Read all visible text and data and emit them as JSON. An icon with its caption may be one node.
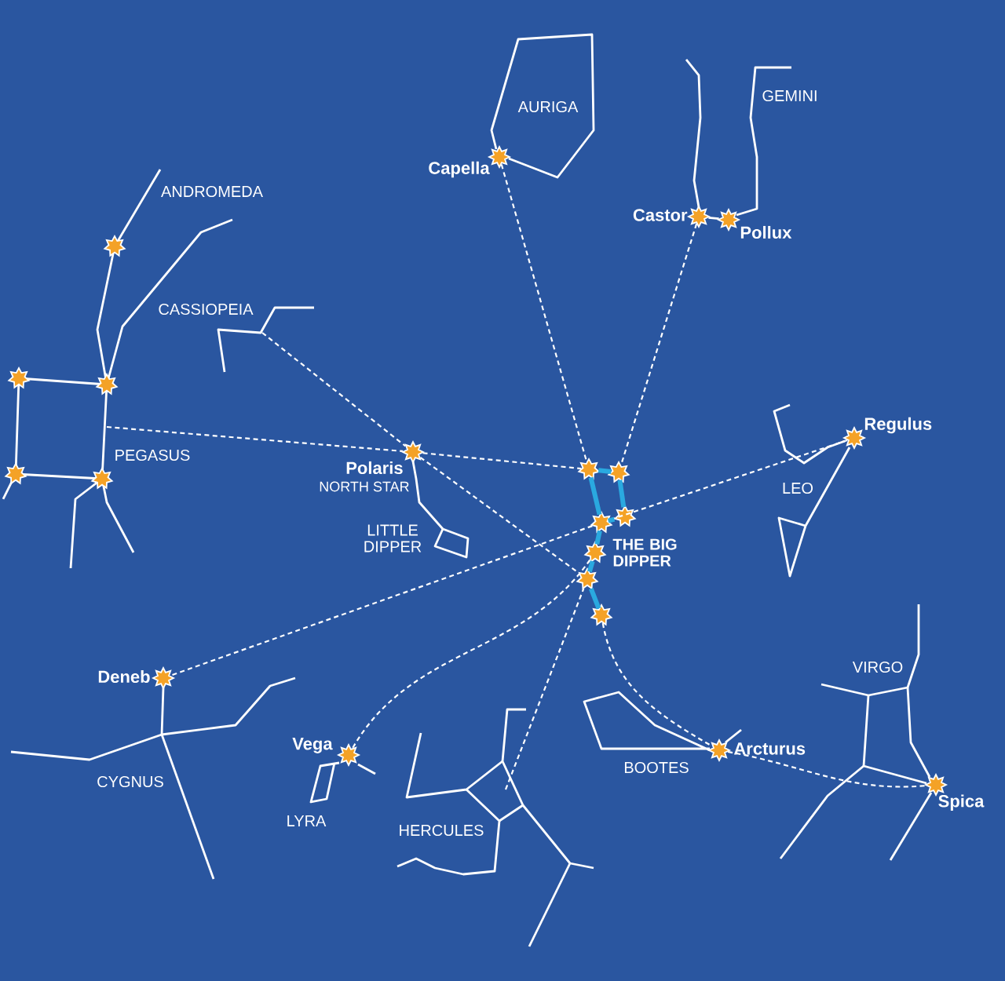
{
  "diagram": {
    "nodes": [
      {
        "text": [
          "Capella"
        ]
      },
      {
        "text": [
          "Castor"
        ]
      },
      {
        "text": [
          "Pollux"
        ]
      },
      {
        "text": [
          "Regulus"
        ]
      },
      {
        "text": [
          "Polaris"
        ],
        "beside": [
          "NORTH STAR"
        ]
      },
      {
        "text": [],
        "shape": "star"
      },
      {
        "text": [],
        "shape": "star"
      },
      {
        "text": [],
        "shape": "star"
      },
      {
        "text": [],
        "shape": "star"
      },
      {
        "text": [],
        "shape": "star"
      },
      {
        "text": [],
        "shape": "star"
      },
      {
        "text": [],
        "shape": "star"
      },
      {
        "text": [
          "Deneb"
        ]
      },
      {
        "text": [
          "Vega"
        ]
      },
      {
        "text": [
          "Arcturus"
        ]
      },
      {
        "text": [
          "Spica"
        ]
      },
      {
        "text": [],
        "shape": "star"
      },
      {
        "text": [],
        "shape": "star"
      },
      {
        "text": [],
        "shape": "star"
      },
      {
        "text": [],
        "shape": "star"
      },
      {
        "text": [],
        "shape": "star"
      }
    ],
    "edges": [
      {
        "from": 0,
        "to": 5,
        "arrow": "none",
        "style": "dashed"
      },
      {
        "from": 1,
        "to": 6,
        "arrow": "none",
        "style": "dashed"
      },
      {
        "from": null,
        "to": 4,
        "arrow": "none",
        "style": "dashed"
      },
      {
        "from": 4,
        "to": 5,
        "arrow": "none",
        "style": "dashed"
      },
      {
        "from": null,
        "to": 4,
        "arrow": "none",
        "style": "dashed"
      },
      {
        "from": 4,
        "to": 10,
        "arrow": "none",
        "style": "dashed"
      },
      {
        "from": 3,
        "to": 8,
        "arrow": "none",
        "style": "dashed"
      },
      {
        "from": 8,
        "to": 12,
        "arrow": "none",
        "style": "dashed"
      },
      {
        "from": 9,
        "to": 13,
        "arrow": "none",
        "style": "dashed"
      },
      {
        "from": null,
        "to": 10,
        "arrow": "none",
        "style": "dashed"
      },
      {
        "from": 11,
        "to": 14,
        "arrow": "none",
        "style": "dashed"
      },
      {
        "from": 14,
        "to": 15,
        "arrow": "none",
        "style": "dashed"
      },
      {
        "from": 1,
        "to": 2,
        "arrow": "none"
      },
      {
        "from": 5,
        "to": 6,
        "arrow": "none",
        "style": "thick",
        "color": "#2aa9e0"
      },
      {
        "from": 6,
        "to": 7,
        "arrow": "none",
        "style": "thick",
        "color": "#2aa9e0"
      },
      {
        "from": 7,
        "to": 8,
        "arrow": "none",
        "style": "thick",
        "color": "#2aa9e0"
      },
      {
        "from": 8,
        "to": 5,
        "arrow": "none",
        "style": "thick",
        "color": "#2aa9e0"
      },
      {
        "from": 8,
        "to": 9,
        "arrow": "none",
        "style": "thick",
        "color": "#2aa9e0"
      },
      {
        "from": 9,
        "to": 10,
        "arrow": "none",
        "style": "thick",
        "color": "#2aa9e0"
      },
      {
        "from": 10,
        "to": 11,
        "arrow": "none",
        "style": "thick",
        "color": "#2aa9e0"
      }
    ],
    "labels": [
      "AURIGA",
      "GEMINI",
      "ANDROMEDA",
      "CASSIOPEIA",
      "PEGASUS",
      "LEO",
      "LITTLE DIPPER",
      "THE BIG DIPPER",
      "VIRGO",
      "BOOTES",
      "CYGNUS",
      "LYRA",
      "HERCULES"
    ]
  }
}
